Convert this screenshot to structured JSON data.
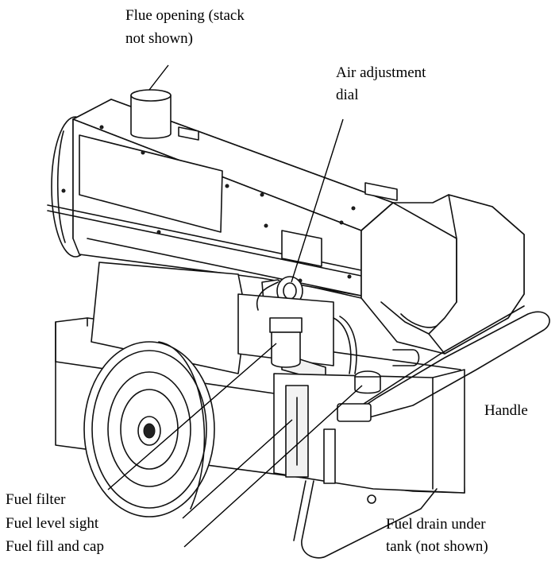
{
  "callouts": {
    "flue": {
      "line1": "Flue opening (stack",
      "line2": "not shown)"
    },
    "air": {
      "line1": "Air adjustment",
      "line2": "dial"
    },
    "handle": "Handle",
    "fuel_filter": "Fuel filter",
    "fuel_level_sight": "Fuel level sight",
    "fuel_fill_cap": "Fuel fill and cap",
    "fuel_drain": {
      "line1": "Fuel drain under",
      "line2": "tank (not shown)"
    }
  }
}
